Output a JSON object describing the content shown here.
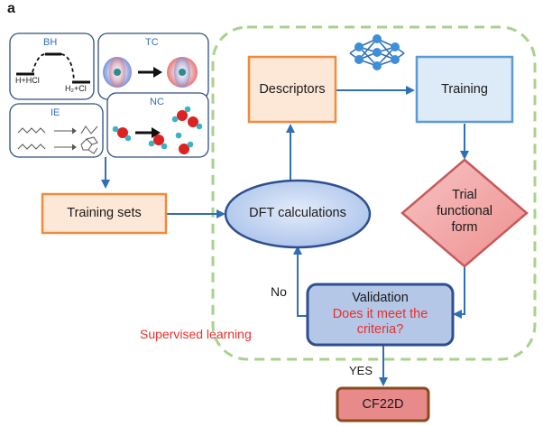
{
  "panel_letter": "a",
  "datasets": {
    "bh": {
      "title": "BH",
      "left_label": "H+HCl",
      "right_label": "H₂+Cl"
    },
    "tc": {
      "title": "TC"
    },
    "ie": {
      "title": "IE"
    },
    "nc": {
      "title": "NC"
    }
  },
  "nodes": {
    "training_sets": "Training sets",
    "dft": "DFT calculations",
    "descriptors": "Descriptors",
    "training": "Training",
    "trial_line1": "Trial",
    "trial_line2": "functional",
    "trial_line3": "form",
    "validation_title": "Validation",
    "validation_q1": "Does it meet the",
    "validation_q2": "criteria?",
    "cf22d": "CF22D"
  },
  "edge_labels": {
    "no": "No",
    "yes": "YES"
  },
  "region_label": "Supervised learning",
  "colors": {
    "arrow": "#2f6fb6",
    "orange_border": "#f08a3c",
    "orange_fill": "#fde7d6",
    "blue_border": "#5b9bd5",
    "blue_fill": "#ddeaf7",
    "green_dash": "#a9d18e",
    "red_text": "#e8302a",
    "validation_fill": "#b4c7e7",
    "validation_border": "#2e4f8f",
    "cf22d_fill": "#e98a8a",
    "cf22d_border": "#8a4a1e",
    "diamond_fill": "#f3a3a3",
    "diamond_border": "#c55a5a"
  }
}
